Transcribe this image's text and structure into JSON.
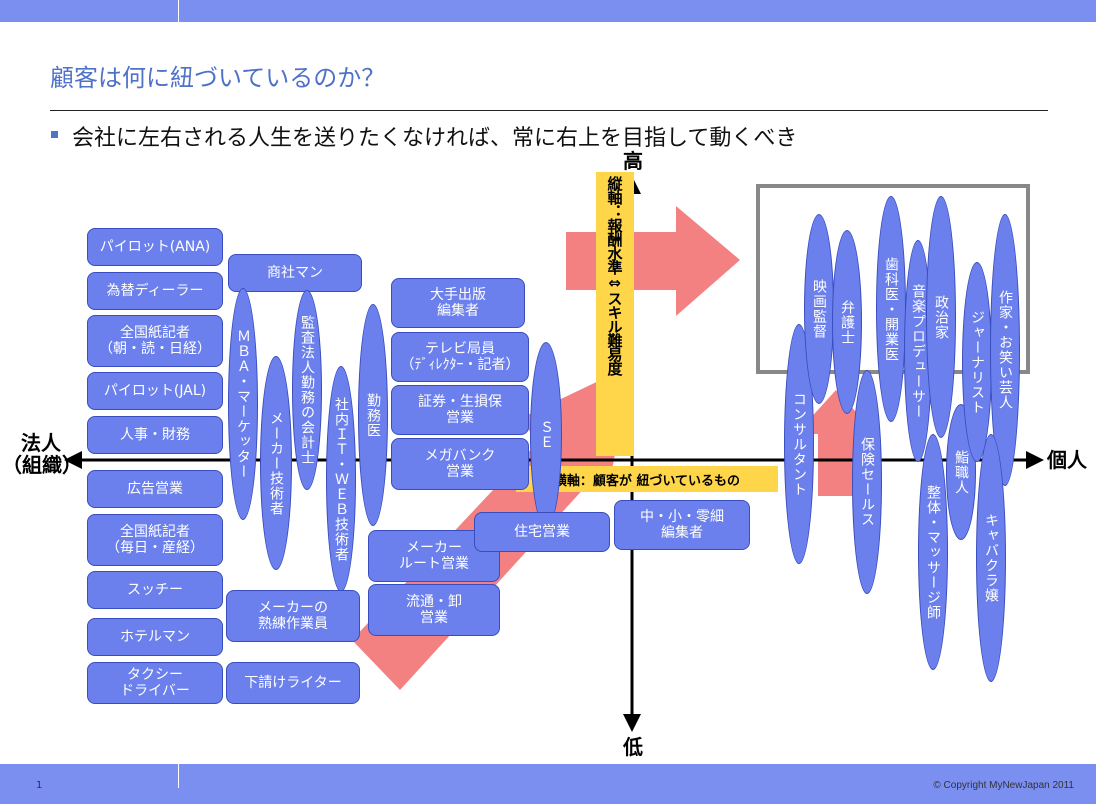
{
  "header": {
    "title": "顧客は何に紐づいているのか？",
    "bullet": "会社に左右される人生を送りたくなければ、常に右上を目指して動くべき"
  },
  "axes": {
    "top": "高",
    "bottom": "低",
    "left": "法人\n（組織）",
    "right": "個人",
    "vertical_label": "縦軸：報酬水準⇔スキル難易度",
    "horizontal_label": "横軸：顧客が 紐づいているもの"
  },
  "footer": {
    "page_number": "1",
    "copyright": "© Copyright MyNewJapan 2011"
  },
  "nodes": {
    "pilot_ana": "パイロット(ANA)",
    "fx_dealer": "為替ディーラー",
    "national_reporter_1": "全国紙記者\n（朝・読・日経）",
    "pilot_jal": "パイロット(JAL)",
    "hr_finance": "人事・財務",
    "ad_sales": "広告営業",
    "national_reporter_2": "全国紙記者\n（毎日・産経）",
    "stewardess": "スッチー",
    "hotelman": "ホテルマン",
    "taxi_driver": "タクシー\nドライバー",
    "trading_man": "商社マン",
    "mba_marketer": "ＭＢＡ・マーケッター",
    "maker_engineer": "メーカー技術者",
    "auditor": "監査法人勤務の会計士",
    "it_engineer": "社内ＩＴ・ＷＥＢ技術者",
    "employed_doctor": "勤務医",
    "maker_skilled_worker": "メーカーの\n熟練作業員",
    "subcontract_writer": "下請けライター",
    "publisher_editor": "大手出版\n編集者",
    "tv_station": "テレビ局員\n（ﾃﾞｨﾚｸﾀｰ・記者）",
    "securities_insurance": "証券・生損保\n営業",
    "megabank_sales": "メガバンク\n営業",
    "se": "ＳＥ",
    "maker_route_sales": "メーカー\nルート営業",
    "distribution_sales": "流通・卸\n営業",
    "housing_sales": "住宅営業",
    "small_editor": "中・小・零細\n編集者",
    "consultant": "コンサルタント",
    "film_director": "映画監督",
    "lawyer": "弁護士",
    "dentist": "歯科医・開業医",
    "music_producer": "音楽プロデューサー",
    "politician": "政治家",
    "journalist": "ジャーナリスト",
    "writer_comedian": "作家・お笑い芸人",
    "insurance_sales": "保険セールス",
    "masseur": "整体・マッサージ師",
    "craftsman": "鮨職人",
    "hostess": "キャバクラ嬢"
  },
  "colors": {
    "bar": "#7b8ff0",
    "title": "#4f72c9",
    "node_fill": "#6b80ec",
    "node_border": "#3a4dbf",
    "arrow": "#f26b6b",
    "label_bg": "#ffd54a",
    "frame": "#888888"
  }
}
